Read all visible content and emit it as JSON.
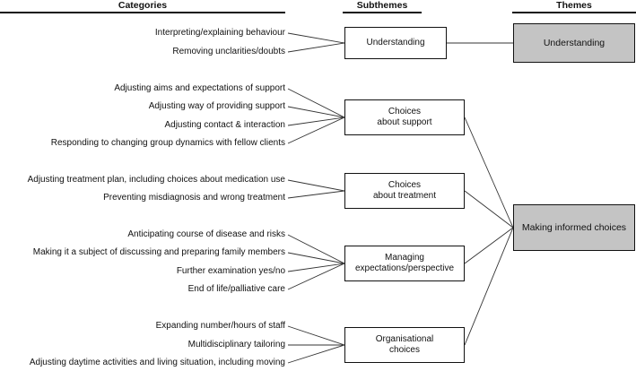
{
  "headers": {
    "categories": "Categories",
    "subthemes": "Subthemes",
    "themes": "Themes"
  },
  "subthemes": [
    {
      "label": "Understanding",
      "theme": 0,
      "categories": [
        "Interpreting/explaining behaviour",
        "Removing unclarities/doubts"
      ]
    },
    {
      "label": "Choices\nabout support",
      "theme": 1,
      "categories": [
        "Adjusting aims and expectations of support",
        "Adjusting way of providing support",
        "Adjusting contact & interaction",
        "Responding to changing group dynamics with fellow clients"
      ]
    },
    {
      "label": "Choices\nabout treatment",
      "theme": 1,
      "categories": [
        "Adjusting treatment plan, including choices about medication use",
        "Preventing misdiagnosis and wrong treatment"
      ]
    },
    {
      "label": "Managing\nexpectations/perspective",
      "theme": 1,
      "categories": [
        "Anticipating course of disease and risks",
        "Making it a subject of discussing and preparing family members",
        "Further examination yes/no",
        "End of life/palliative care"
      ]
    },
    {
      "label": "Organisational\nchoices",
      "theme": 1,
      "categories": [
        "Expanding number/hours of staff",
        "Multidisciplinary tailoring",
        "Adjusting daytime activities and living situation, including moving"
      ]
    }
  ],
  "themes": [
    {
      "label": "Understanding"
    },
    {
      "label": "Making informed choices"
    }
  ]
}
